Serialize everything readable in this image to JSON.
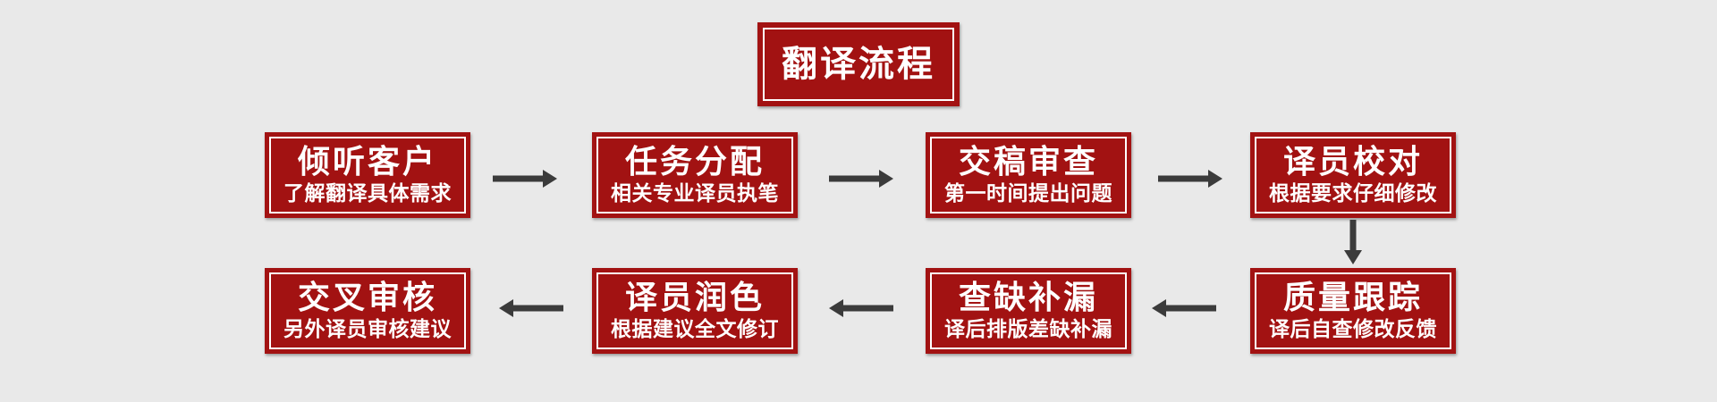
{
  "title": "翻译流程",
  "colors": {
    "background": "#e9e9e9",
    "box_red": "#a21212",
    "box_border": "#ffffff",
    "text_white": "#ffffff",
    "arrow": "#3b3b3b"
  },
  "steps": [
    {
      "heading": "倾听客户",
      "subtitle": "了解翻译具体需求"
    },
    {
      "heading": "任务分配",
      "subtitle": "相关专业译员执笔"
    },
    {
      "heading": "交稿审查",
      "subtitle": "第一时间提出问题"
    },
    {
      "heading": "译员校对",
      "subtitle": "根据要求仔细修改"
    },
    {
      "heading": "质量跟踪",
      "subtitle": "译后自查修改反馈"
    },
    {
      "heading": "查缺补漏",
      "subtitle": "译后排版差缺补漏"
    },
    {
      "heading": "译员润色",
      "subtitle": "根据建议全文修订"
    },
    {
      "heading": "交叉审核",
      "subtitle": "另外译员审核建议"
    }
  ],
  "connections": [
    {
      "from": "倾听客户",
      "to": "任务分配",
      "direction": "right"
    },
    {
      "from": "任务分配",
      "to": "交稿审查",
      "direction": "right"
    },
    {
      "from": "交稿审查",
      "to": "译员校对",
      "direction": "right"
    },
    {
      "from": "译员校对",
      "to": "质量跟踪",
      "direction": "down"
    },
    {
      "from": "质量跟踪",
      "to": "查缺补漏",
      "direction": "left"
    },
    {
      "from": "查缺补漏",
      "to": "译员润色",
      "direction": "left"
    },
    {
      "from": "译员润色",
      "to": "交叉审核",
      "direction": "left"
    }
  ]
}
